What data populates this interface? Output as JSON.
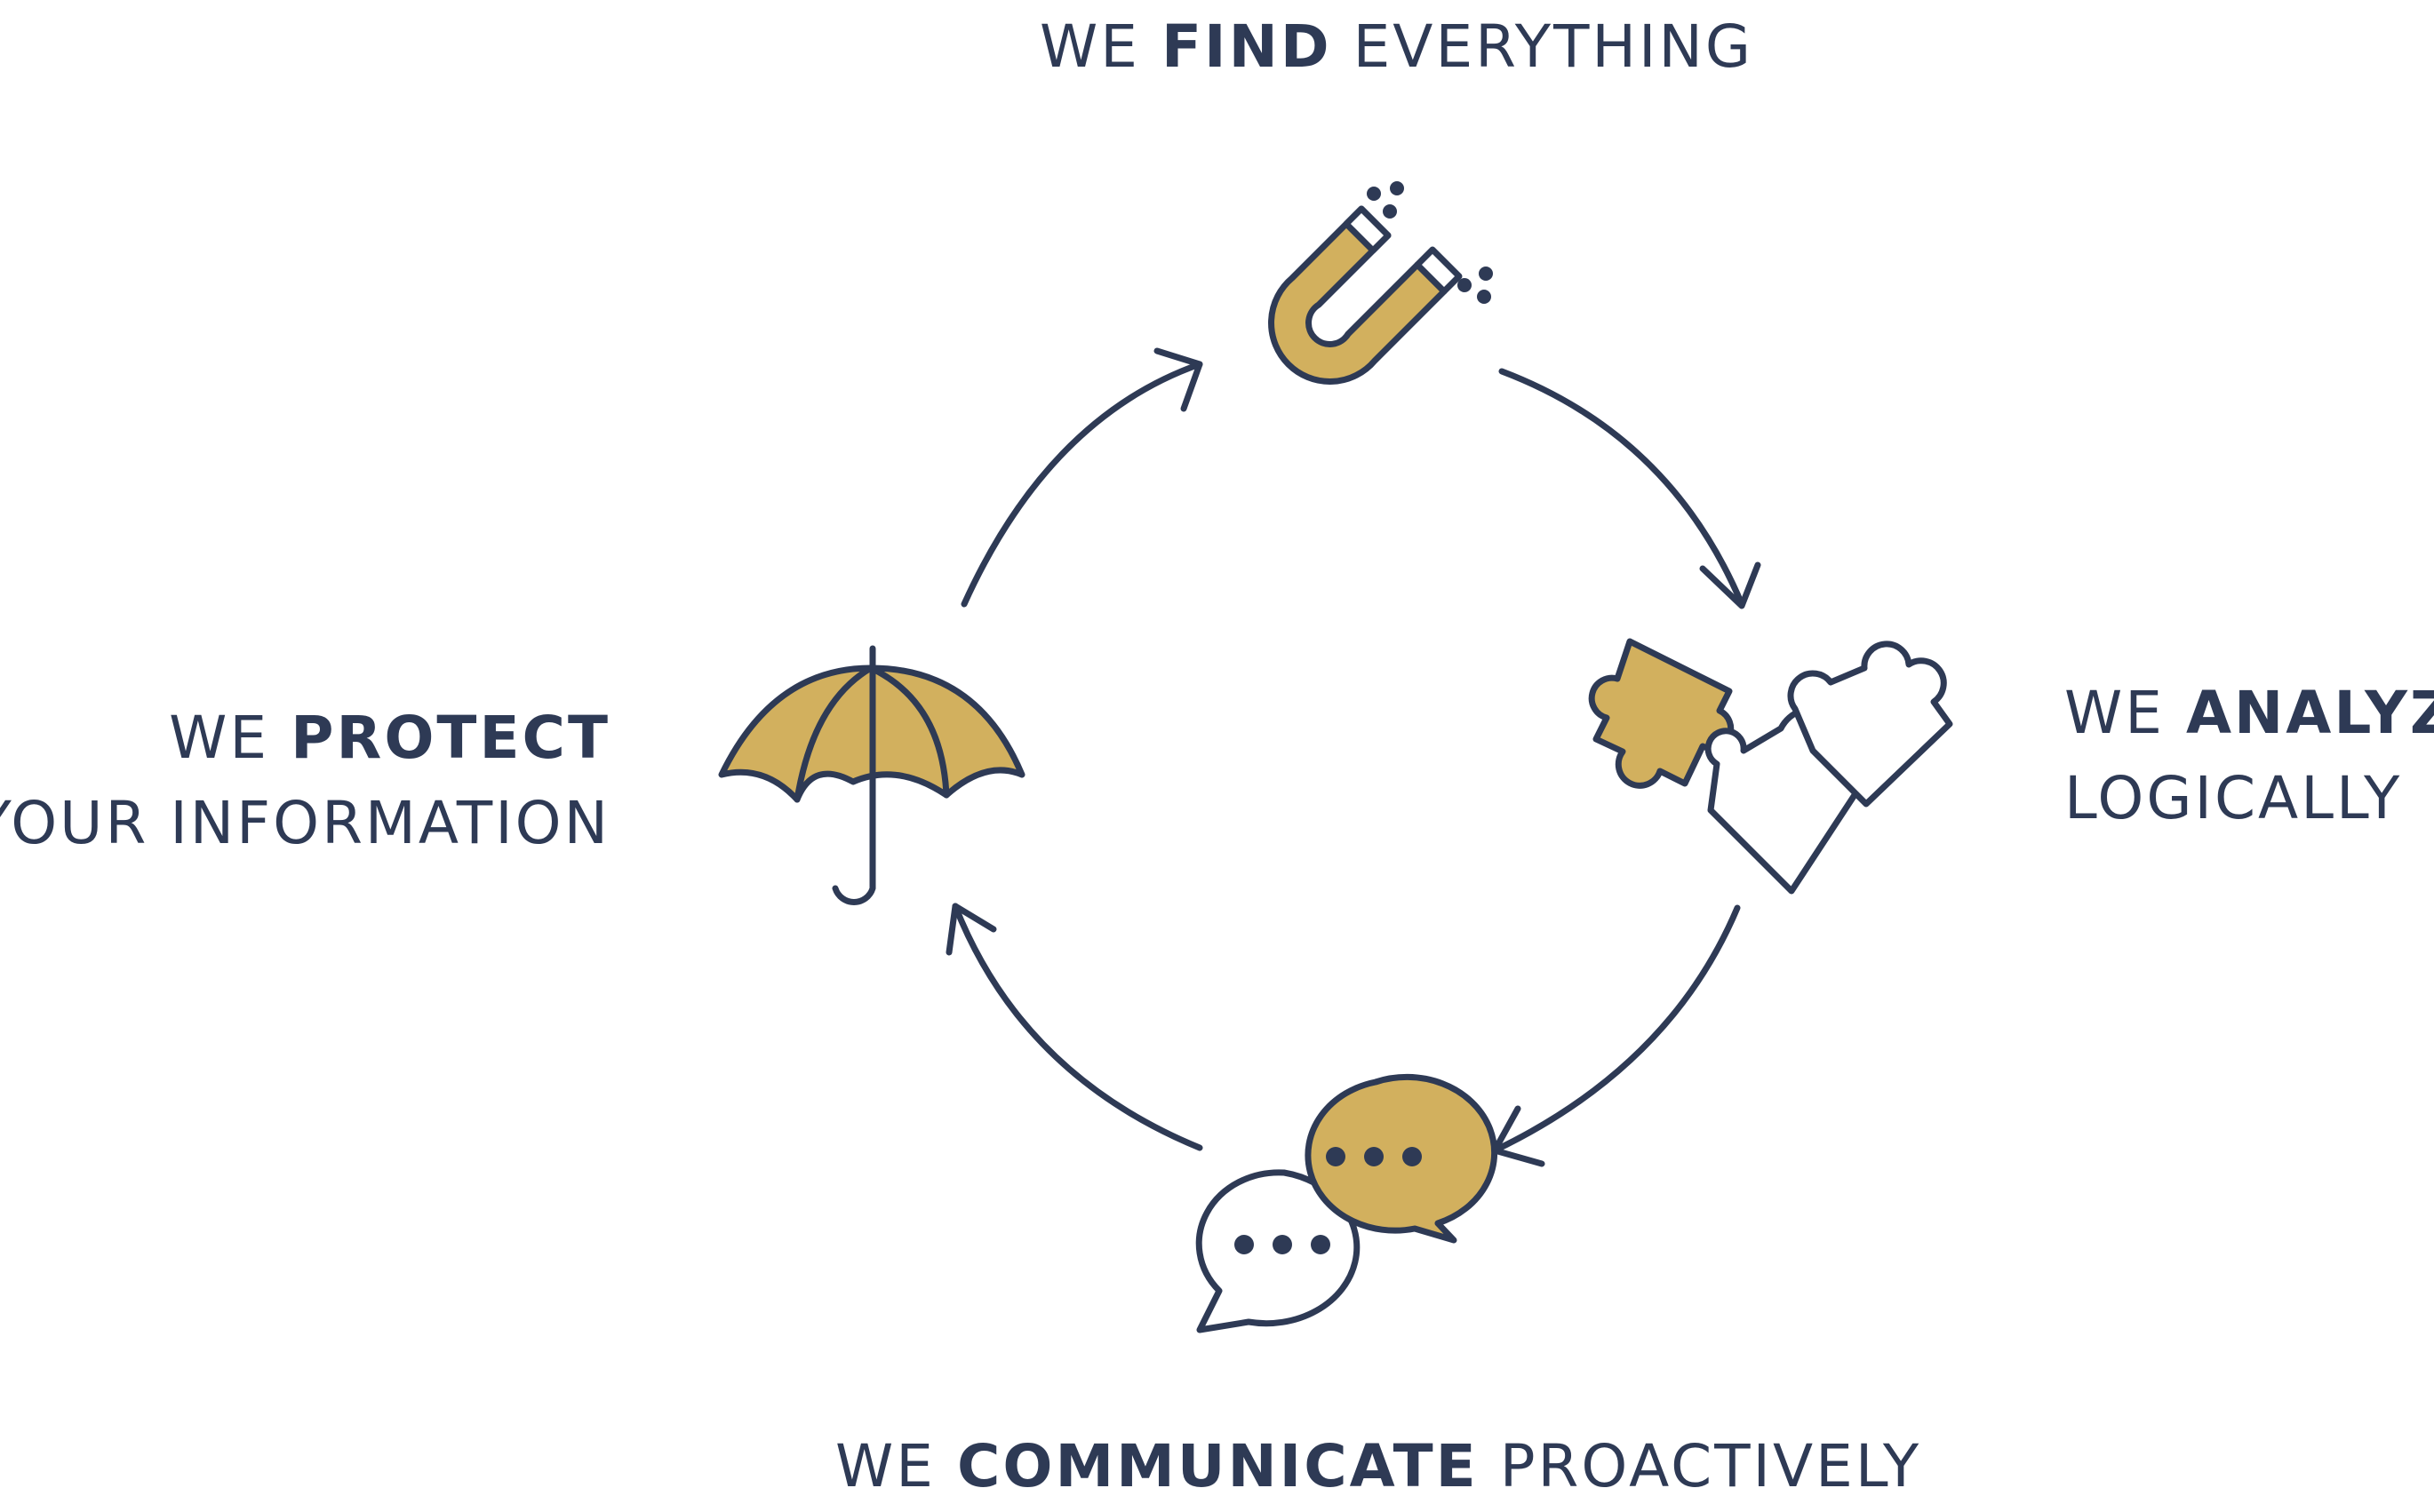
{
  "steps": {
    "find": {
      "prefix": "WE",
      "bold": "FIND",
      "suffix": "EVERYTHING",
      "icon": "magnet-icon"
    },
    "analyze": {
      "prefix": "WE",
      "bold": "ANALYZE",
      "line2": "LOGICALLY",
      "icon": "puzzle-pieces-icon"
    },
    "communicate": {
      "prefix": "WE",
      "bold": "COMMUNICATE",
      "suffix": "PROACTIVELY",
      "icon": "speech-bubbles-icon"
    },
    "protect": {
      "prefix": "WE",
      "bold": "PROTECT",
      "line2": "YOUR INFORMATION",
      "icon": "umbrella-icon"
    }
  },
  "colors": {
    "navy": "#2e3a55",
    "gold": "#d2b05e",
    "white": "#ffffff"
  }
}
